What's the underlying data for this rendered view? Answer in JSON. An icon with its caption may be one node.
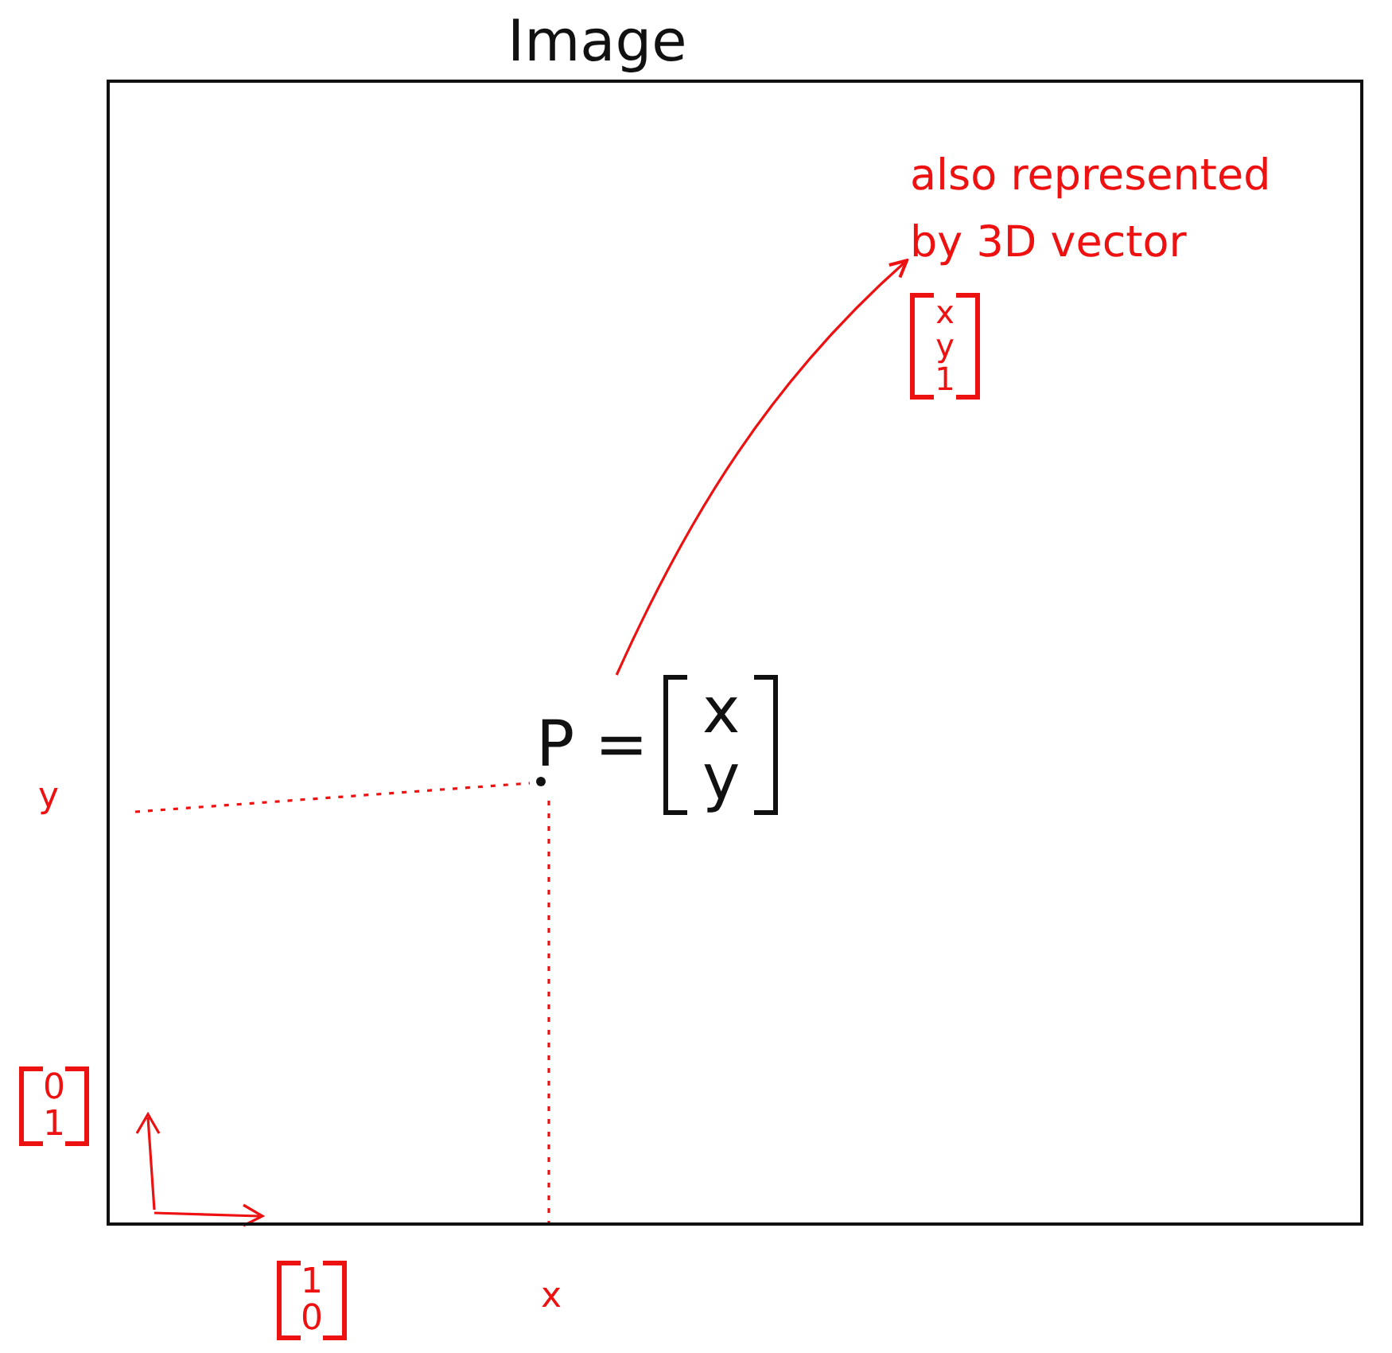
{
  "diagram": {
    "nodes": [
      {
        "text": [
          "Image"
        ]
      },
      {
        "text": [
          "P =",
          "x y"
        ],
        "in": 0
      },
      {
        "text": [
          "also represented by 3D vector",
          "x y 1"
        ],
        "in": 0
      }
    ],
    "edges": [
      {
        "from": 1,
        "to": 2,
        "arrow": "to",
        "color": "#ee1111"
      }
    ],
    "labels": [
      "y",
      "0 1",
      "1 0",
      "x"
    ]
  }
}
